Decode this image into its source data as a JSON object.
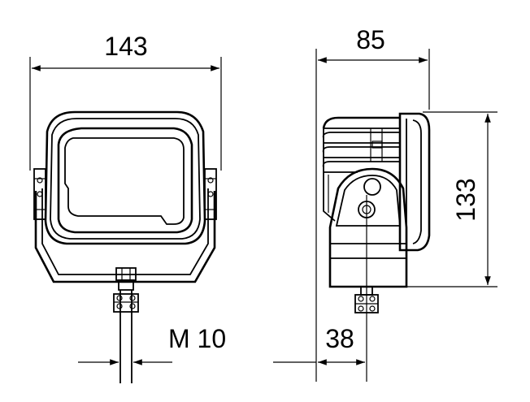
{
  "dimensions": {
    "front_width": "143",
    "side_depth": "85",
    "height": "133",
    "thread": "M 10",
    "mount_offset": "38"
  },
  "colors": {
    "line": "#000000",
    "background": "#ffffff"
  }
}
